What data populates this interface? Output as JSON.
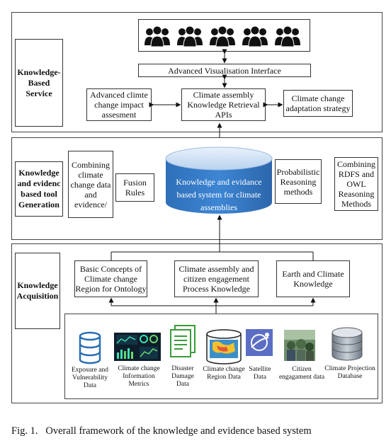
{
  "sections": {
    "service": {
      "label": "Knowledge-\nBased\nService",
      "visualisation": "Advanced Visualisation Interface",
      "impact": "Advanced climte\nchange impact\nassesment",
      "apis": "Climate assembly\nKnowledge Retrieval\nAPIs",
      "adaptation": "Climate change\nadaptation strategy"
    },
    "generation": {
      "label": "Knowledge\nand evidenc\nbased tool\nGeneration",
      "combining": "Combining\nclimate\nchange data\nand\nevidence/",
      "fusion": "Fusion\nRules",
      "database": "Knowledge and evidance\nbased system for climate\nassemblies",
      "probabilistic": "Probabilistic\nReasoning\nmethods",
      "rdfs": "Combining\nRDFS and\nOWL\nReasoning\nMethods"
    },
    "acquisition": {
      "label": "Knowledge\nAcquisition",
      "basic": "Basic Concepts of\nClimate change\nRegion for Ontology",
      "process": "Climate assembly and\ncitizen engagement\nProcess Knowledge",
      "earth": "Earth and Climate\nKnowledge",
      "sources": [
        {
          "label": "Exposure and\nVulnerability Data",
          "icon": "database-icon"
        },
        {
          "label": "Climate change\nInformation\nMetrics",
          "icon": "dashboard-icon"
        },
        {
          "label": "Disaster\nDamage Data",
          "icon": "document-icon"
        },
        {
          "label": "Climate change\nRegion Data",
          "icon": "map-icon"
        },
        {
          "label": "Satellite\nData",
          "icon": "satellite-icon"
        },
        {
          "label": "Citizen\nengagament data",
          "icon": "photo-icon"
        },
        {
          "label": "Climate Projection\nDatabase",
          "icon": "database-icon"
        }
      ]
    }
  },
  "caption": "Fig. 1.   Overall framework of the knowledge and evidence based system"
}
